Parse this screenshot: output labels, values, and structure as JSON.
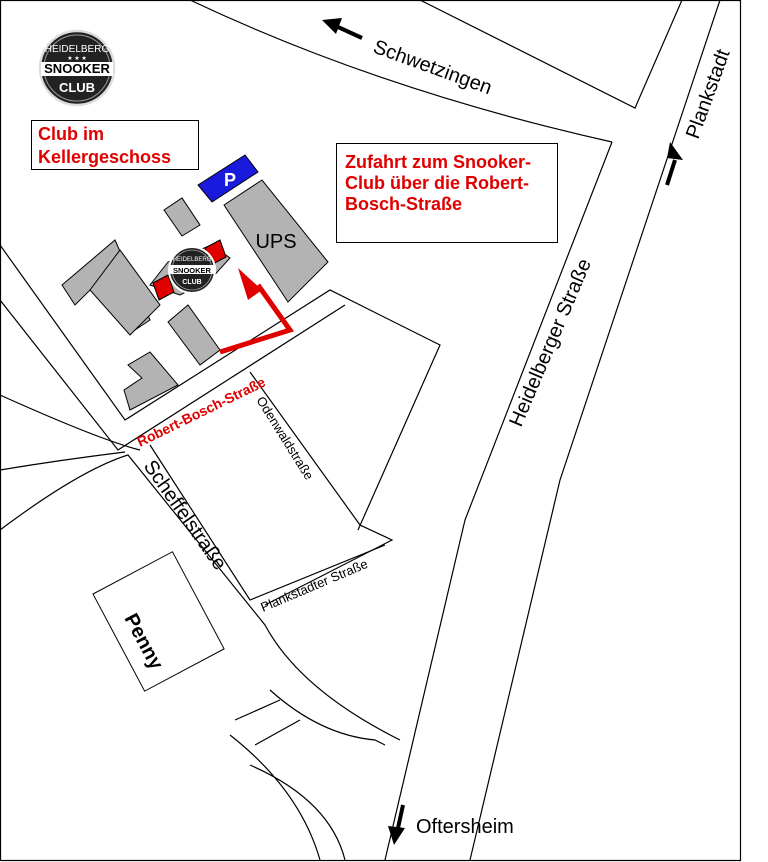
{
  "logo": {
    "top": "HEIDELBERG",
    "middle": "SNOOKER",
    "bottom": "CLUB",
    "stars": "★ ★ ★"
  },
  "notes": {
    "club_level": "Club im Kellergeschoss",
    "access": "Zufahrt zum Snooker-Club über die Robert-Bosch-Straße"
  },
  "labels": {
    "parking": "P",
    "ups": "UPS",
    "penny": "Penny"
  },
  "streets": {
    "robert_bosch": "Robert-Bosch-Straße",
    "odenwald": "Odenwaldstraße",
    "scheffel": "Scheffelstraße",
    "plankstadter": "Plankstadter Straße",
    "heidelberger": "Heidelberger Straße"
  },
  "directions": {
    "schwetzingen": "Schwetzingen",
    "plankstadt": "Plankstadt",
    "oftersheim": "Oftersheim"
  },
  "colors": {
    "accent": "#e00000",
    "parking": "#1a1adc",
    "building": "#b3b3b3"
  }
}
